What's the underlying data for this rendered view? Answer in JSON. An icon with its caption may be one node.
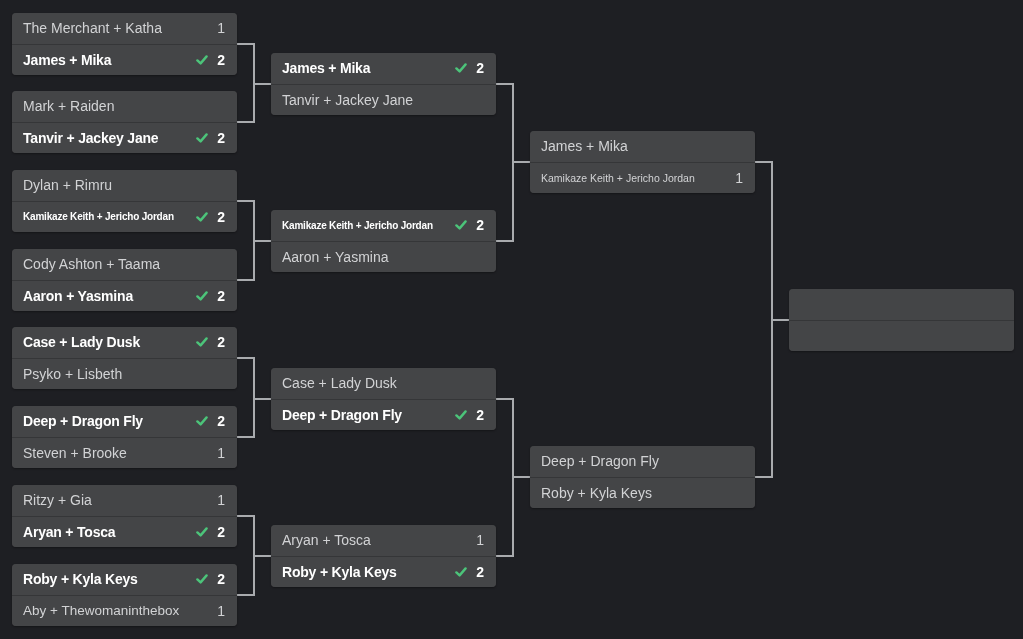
{
  "diagram": {
    "nodes": [
      {
        "text": [],
        "shape": "box"
      },
      {
        "text": [
          "The Merchant + Katha",
          "1"
        ],
        "in": 0
      },
      {
        "text": [
          "James + Mika",
          "2"
        ],
        "in": 0
      },
      {
        "text": [],
        "shape": "box"
      },
      {
        "text": [
          "Mark + Raiden"
        ],
        "in": 3
      },
      {
        "text": [
          "Tanvir + Jackey Jane",
          "2"
        ],
        "in": 3
      },
      {
        "text": [],
        "shape": "box"
      },
      {
        "text": [
          "Dylan + Rimru"
        ],
        "in": 6
      },
      {
        "text": [
          "Kamikaze Keith + Jericho Jordan",
          "2"
        ],
        "in": 6
      },
      {
        "text": [],
        "shape": "box"
      },
      {
        "text": [
          "Cody Ashton + Taama"
        ],
        "in": 9
      },
      {
        "text": [
          "Aaron + Yasmina",
          "2"
        ],
        "in": 9
      },
      {
        "text": [],
        "shape": "box"
      },
      {
        "text": [
          "Case + Lady Dusk",
          "2"
        ],
        "in": 12
      },
      {
        "text": [
          "Psyko + Lisbeth"
        ],
        "in": 12
      },
      {
        "text": [],
        "shape": "box"
      },
      {
        "text": [
          "Deep + Dragon Fly",
          "2"
        ],
        "in": 15
      },
      {
        "text": [
          "Steven + Brooke",
          "1"
        ],
        "in": 15
      },
      {
        "text": [],
        "shape": "box"
      },
      {
        "text": [
          "Ritzy + Gia",
          "1"
        ],
        "in": 18
      },
      {
        "text": [
          "Aryan + Tosca",
          "2"
        ],
        "in": 18
      },
      {
        "text": [],
        "shape": "box"
      },
      {
        "text": [
          "Roby + Kyla Keys",
          "2"
        ],
        "in": 21
      },
      {
        "text": [
          "Aby + Thewomaninthebox",
          "1"
        ],
        "in": 21
      },
      {
        "text": [],
        "shape": "box"
      },
      {
        "text": [
          "James + Mika",
          "2"
        ],
        "in": 24
      },
      {
        "text": [
          "Tanvir + Jackey Jane"
        ],
        "in": 24
      },
      {
        "text": [],
        "shape": "box"
      },
      {
        "text": [
          "Kamikaze Keith + Jericho Jordan",
          "2"
        ],
        "in": 27
      },
      {
        "text": [
          "Aaron + Yasmina"
        ],
        "in": 27
      },
      {
        "text": [],
        "shape": "box"
      },
      {
        "text": [
          "Case + Lady Dusk"
        ],
        "in": 30
      },
      {
        "text": [
          "Deep + Dragon Fly",
          "2"
        ],
        "in": 30
      },
      {
        "text": [],
        "shape": "box"
      },
      {
        "text": [
          "Aryan + Tosca",
          "1"
        ],
        "in": 33
      },
      {
        "text": [
          "Roby + Kyla Keys",
          "2"
        ],
        "in": 33
      },
      {
        "text": [],
        "shape": "box"
      },
      {
        "text": [
          "James + Mika"
        ],
        "in": 36
      },
      {
        "text": [
          "Kamikaze Keith + Jericho Jordan",
          "1"
        ],
        "in": 36
      },
      {
        "text": [],
        "shape": "box"
      },
      {
        "text": [
          "Deep + Dragon Fly"
        ],
        "in": 39
      },
      {
        "text": [
          "Roby + Kyla Keys"
        ],
        "in": 39
      },
      {
        "text": [],
        "shape": "box"
      },
      {
        "text": [],
        "shape": "bar",
        "in": 42
      },
      {
        "text": [],
        "shape": "bar",
        "in": 42
      }
    ],
    "edges": [
      {
        "from": 0,
        "to": 24,
        "arrow": "none"
      },
      {
        "from": 3,
        "to": 24,
        "arrow": "none"
      },
      {
        "from": 6,
        "to": 27,
        "arrow": "none"
      },
      {
        "from": 9,
        "to": 27,
        "arrow": "none"
      },
      {
        "from": 12,
        "to": 30,
        "arrow": "none"
      },
      {
        "from": 15,
        "to": 30,
        "arrow": "none"
      },
      {
        "from": 18,
        "to": 33,
        "arrow": "none"
      },
      {
        "from": 21,
        "to": 33,
        "arrow": "none"
      },
      {
        "from": 24,
        "to": 36,
        "arrow": "none"
      },
      {
        "from": 27,
        "to": 36,
        "arrow": "none"
      },
      {
        "from": 30,
        "to": 39,
        "arrow": "none"
      },
      {
        "from": 33,
        "to": 39,
        "arrow": "none"
      },
      {
        "from": 36,
        "to": 42,
        "arrow": "none"
      },
      {
        "from": 39,
        "to": 42,
        "arrow": "none"
      }
    ]
  }
}
